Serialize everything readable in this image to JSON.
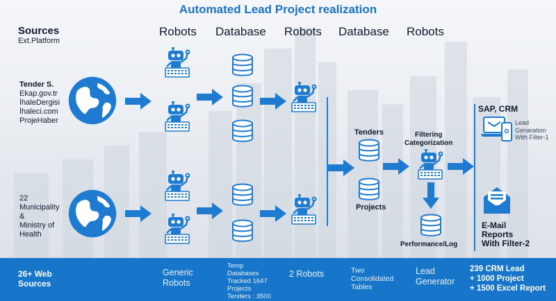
{
  "title": "Automated Lead Project realization",
  "columns": [
    "Robots",
    "Database",
    "Robots",
    "Database",
    "Robots"
  ],
  "sources": {
    "title": "Sources",
    "subtitle": "Ext.Platform",
    "tender": {
      "heading": "Tender S.",
      "items": [
        "Ekap.gov.tr",
        "İhaleDergisi",
        "İhaleci.com",
        "ProjeHaber"
      ]
    },
    "municipality": [
      "22",
      "Municipality",
      "&",
      "Ministry of",
      "Health"
    ]
  },
  "labels": {
    "tenders": "Tenders",
    "projects": "Projects",
    "filtering": [
      "Filtering",
      "Categorization"
    ],
    "performance": "Performance/Log",
    "sap": "SAP, CRM",
    "lead_gen": [
      "Lead",
      "Genaration",
      "With Filter-1"
    ],
    "email": [
      "E-Mail",
      "Reports",
      "With Filter-2"
    ]
  },
  "footer": {
    "web_sources": [
      "26+ Web",
      "Sources"
    ],
    "generic_robots": [
      "Generic",
      "Robots"
    ],
    "temp_db": [
      "Temp",
      "Databases",
      "Tracked 1647",
      "Projects",
      "Tenders : 3500"
    ],
    "two_robots": "2 Robots",
    "two_tables": [
      "Two",
      "Consolidated",
      "Tables"
    ],
    "lead_generator": [
      "Lead",
      "Generator"
    ],
    "results": [
      "239 CRM Lead",
      "+ 1000 Project",
      "+ 1500 Excel Report"
    ]
  },
  "colors": {
    "accent": "#1a72c4",
    "footer_bg": "#1776c9",
    "icon_blue": "#1e7bd0",
    "text_dark": "#0e1a2b"
  },
  "icons": [
    "globe-icon",
    "robot-icon",
    "database-icon",
    "arrow-right-icon",
    "arrow-down-icon",
    "laptop-phone-icon",
    "mail-icon"
  ]
}
